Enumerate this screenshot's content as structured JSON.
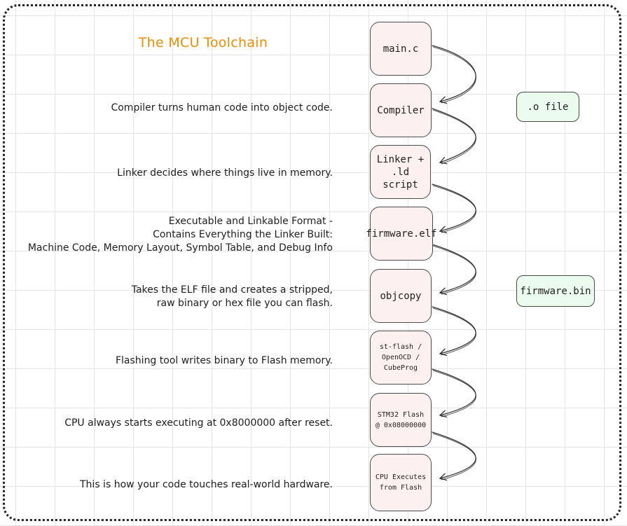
{
  "title": "The MCU Toolchain",
  "steps": [
    {
      "label": "main.c",
      "description": []
    },
    {
      "label": "Compiler",
      "description": [
        "Compiler turns human code into object code."
      ]
    },
    {
      "label": "Linker + .ld script",
      "description": [
        "Linker decides where things live in memory."
      ]
    },
    {
      "label": "firmware.elf",
      "description": [
        "Executable and Linkable Format -",
        "Contains Everything the Linker Built:",
        "Machine Code, Memory Layout, Symbol Table, and Debug Info"
      ]
    },
    {
      "label": "objcopy",
      "description": [
        "Takes the ELF file and creates a stripped,",
        "raw binary or hex file you can flash."
      ]
    },
    {
      "label": "st-flash / OpenOCD / CubeProg",
      "description": [
        "Flashing tool writes binary to Flash memory."
      ]
    },
    {
      "label": "STM32 Flash @ 0x08000000",
      "description": [
        "CPU always starts executing at 0x8000000 after reset."
      ]
    },
    {
      "label": "CPU Executes from Flash",
      "description": [
        "This is how your code touches real-world hardware."
      ]
    }
  ],
  "artifacts": [
    {
      "label": ".o file"
    },
    {
      "label": "firmware.bin"
    }
  ],
  "colors": {
    "title": "#f08c00",
    "step_fill": "#fdf0f0",
    "artifact_fill": "#ebfbee",
    "stroke": "#4a4a4a"
  }
}
